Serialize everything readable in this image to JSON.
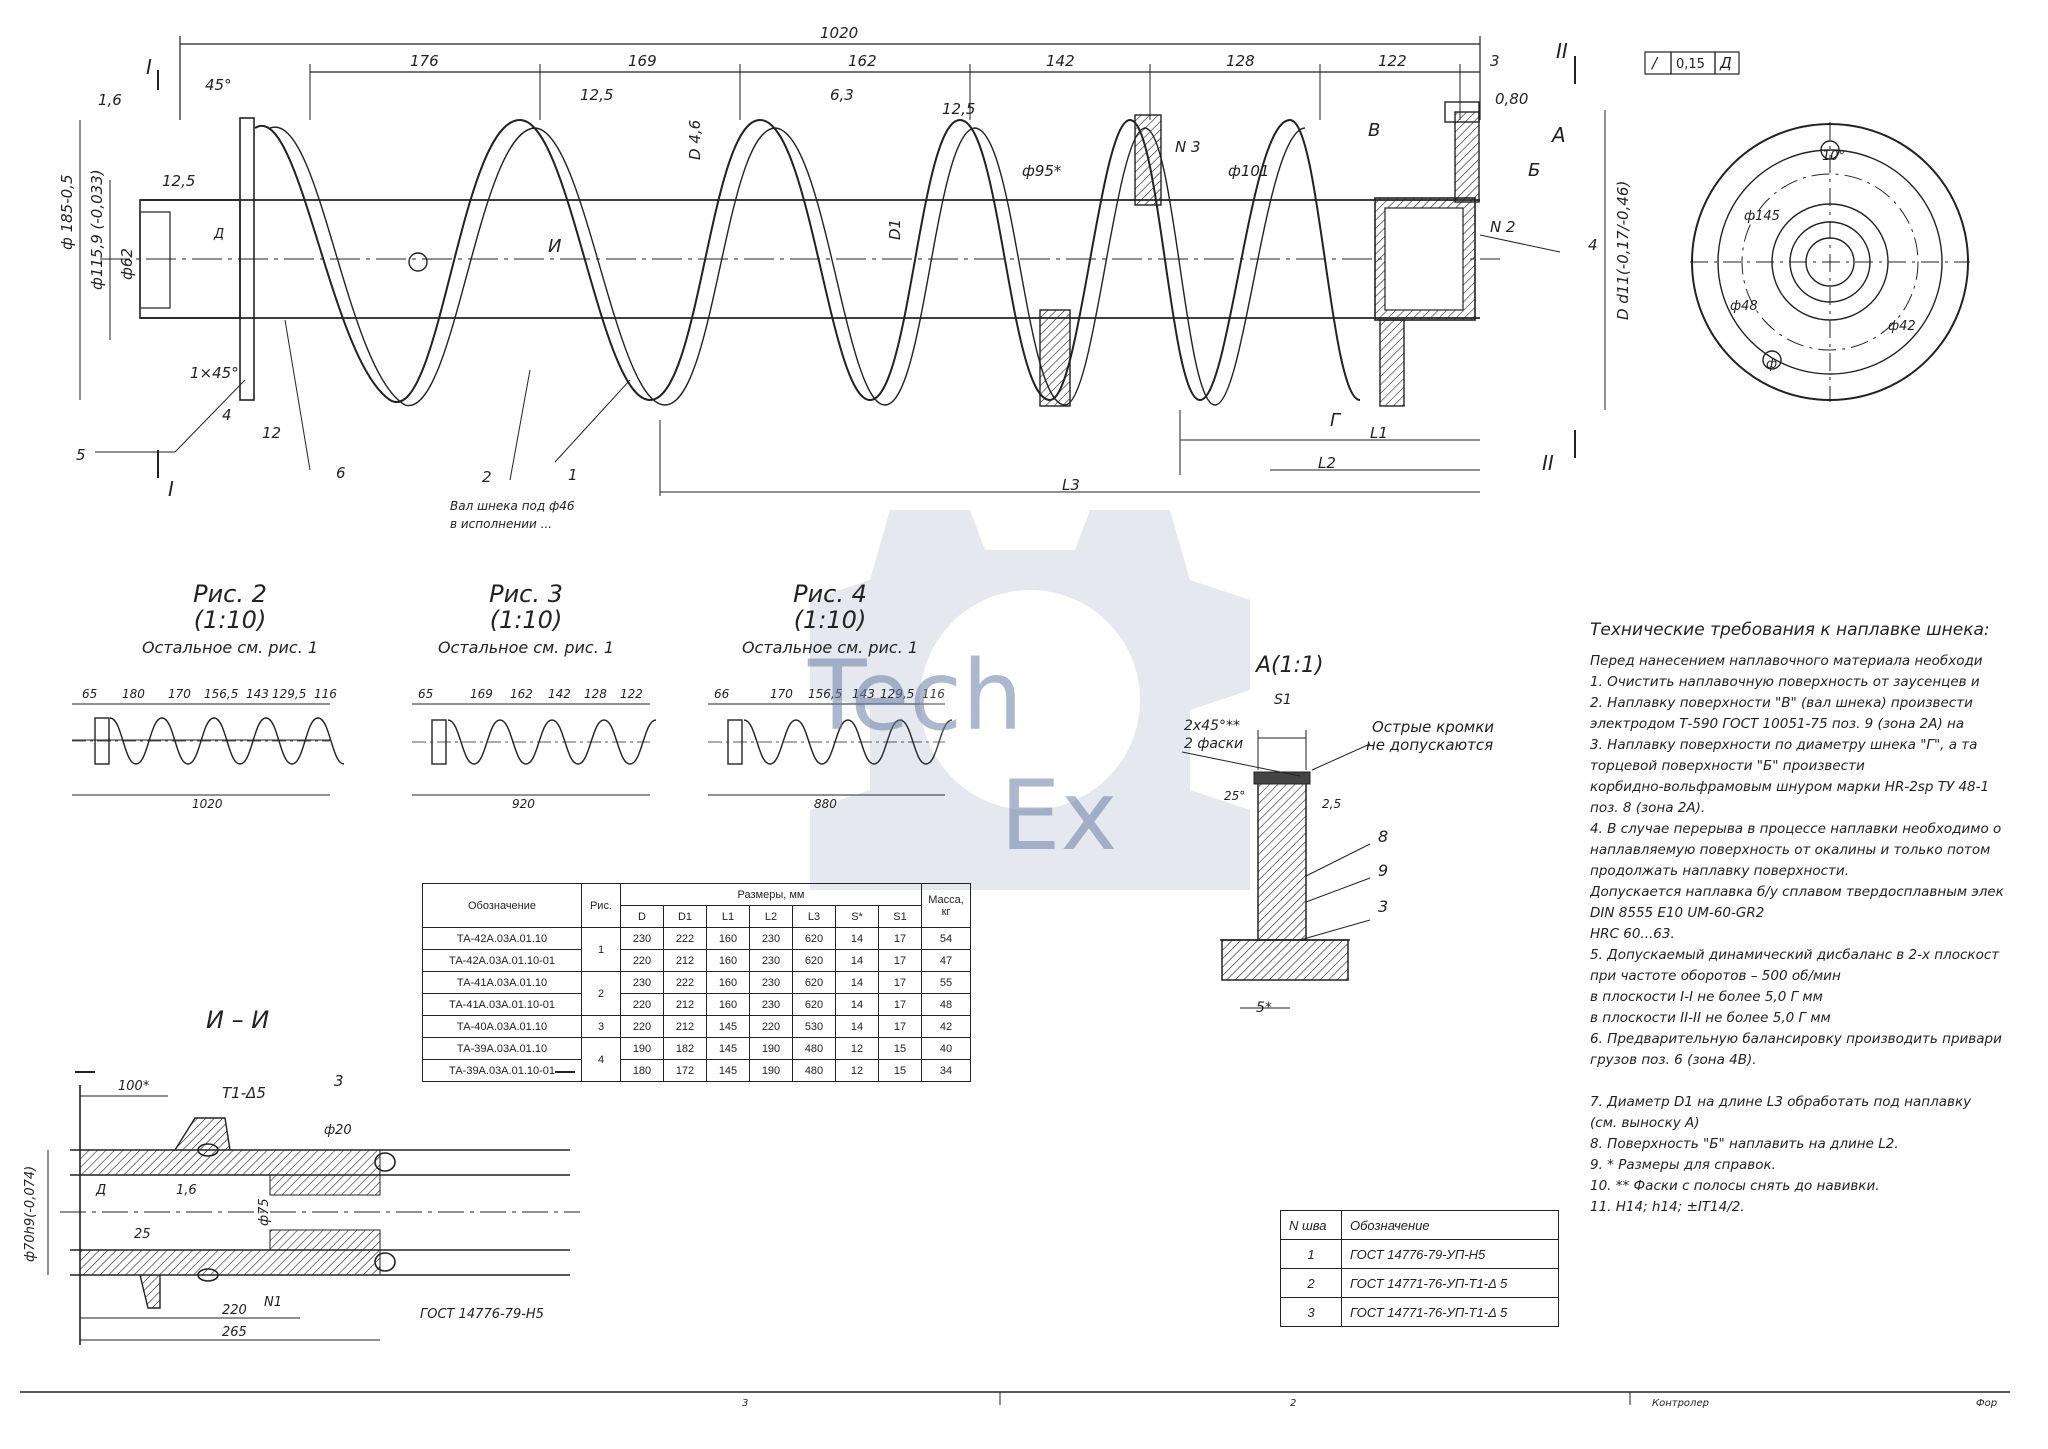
{
  "main_view": {
    "overall_length": "1020",
    "segment_dims": [
      "176",
      "169",
      "162",
      "142",
      "128",
      "122",
      "3"
    ],
    "roughness": [
      "12,5",
      "6,3",
      "12,5",
      "12,5",
      "1,6"
    ],
    "callouts": [
      "1",
      "2",
      "4",
      "5",
      "6"
    ],
    "letters": [
      "В",
      "А",
      "Б",
      "Г"
    ],
    "weld_labels": [
      "N 3",
      "N 2"
    ],
    "diameters": [
      "ф95*",
      "ф101"
    ],
    "vertical_dims": [
      "D 4,6",
      "D1",
      "D d11(-0,17/-0,46)"
    ],
    "left_dims": [
      "ф 185-0,5",
      "ф115,9 (-0,033)",
      "ф62"
    ],
    "section_marks": [
      "I",
      "I",
      "II",
      "II"
    ],
    "tolerance_box": [
      "/",
      "0,15",
      "Д"
    ],
    "misc": [
      "0,80",
      "45°",
      "1×45°",
      "4",
      "12",
      "L1",
      "L2",
      "L3",
      "И",
      "Д"
    ],
    "handwritten_note": [
      "Вал шнека под ф46",
      "в исполнении ..."
    ]
  },
  "end_view": {
    "labels": [
      "10°",
      "ф145",
      "ф48",
      "ф42",
      "ф"
    ]
  },
  "figures": [
    {
      "caption": "Рис. 2",
      "scale": "(1:10)",
      "note": "Остальное см. рис. 1",
      "dims": [
        "65",
        "180",
        "170",
        "156,5",
        "143",
        "129,5",
        "116"
      ],
      "length": "1020"
    },
    {
      "caption": "Рис. 3",
      "scale": "(1:10)",
      "note": "Остальное см. рис. 1",
      "dims": [
        "65",
        "169",
        "162",
        "142",
        "128",
        "122"
      ],
      "length": "920"
    },
    {
      "caption": "Рис. 4",
      "scale": "(1:10)",
      "note": "Остальное см. рис. 1",
      "dims": [
        "66",
        "170",
        "156,5",
        "143",
        "129,5",
        "116"
      ],
      "length": "880"
    }
  ],
  "detail_a": {
    "title": "А(1:1)",
    "labels": [
      "S1",
      "2х45°**",
      "2 фаски",
      "Острые кромки",
      "не допускаются",
      "8",
      "9",
      "3",
      "5*",
      "25°",
      "2,5"
    ]
  },
  "section_ii": {
    "title": "И – И",
    "labels": [
      "100*",
      "Т1-Δ5",
      "3",
      "ф20",
      "ф75",
      "ф70h9(-0,074)",
      "Д",
      "25",
      "220",
      "265",
      "N1",
      "ГОСТ 14776-79-Н5",
      "1,6"
    ]
  },
  "dims_table": {
    "header_main": "Размеры, мм",
    "header_designation": "Обозначение",
    "header_fig": "Рис.",
    "header_mass": "Масса, кг",
    "cols": [
      "D",
      "D1",
      "L1",
      "L2",
      "L3",
      "S*",
      "S1"
    ],
    "rows": [
      {
        "designation": "ТА-42А.03А.01.10",
        "values": [
          "230",
          "222",
          "160",
          "230",
          "620",
          "14",
          "17"
        ],
        "mass": "54"
      },
      {
        "designation": "ТА-42А.03А.01.10-01",
        "values": [
          "220",
          "212",
          "160",
          "230",
          "620",
          "14",
          "17"
        ],
        "mass": "47"
      },
      {
        "designation": "ТА-41А.03А.01.10",
        "values": [
          "230",
          "222",
          "160",
          "230",
          "620",
          "14",
          "17"
        ],
        "mass": "55"
      },
      {
        "designation": "ТА-41А.03А.01.10-01",
        "values": [
          "220",
          "212",
          "160",
          "230",
          "620",
          "14",
          "17"
        ],
        "mass": "48"
      },
      {
        "designation": "ТА-40А.03А.01.10",
        "values": [
          "220",
          "212",
          "145",
          "220",
          "530",
          "14",
          "17"
        ],
        "mass": "42"
      },
      {
        "designation": "ТА-39А.03А.01.10",
        "values": [
          "190",
          "182",
          "145",
          "190",
          "480",
          "12",
          "15"
        ],
        "mass": "40"
      },
      {
        "designation": "ТА-39А.03А.01.10-01",
        "values": [
          "180",
          "172",
          "145",
          "190",
          "480",
          "12",
          "15"
        ],
        "mass": "34"
      }
    ],
    "fig_groups": [
      {
        "label": "1",
        "span": 2
      },
      {
        "label": "2",
        "span": 2
      },
      {
        "label": "3",
        "span": 1
      },
      {
        "label": "4",
        "span": 2
      }
    ]
  },
  "requirements": {
    "title": "Технические требования к наплавке шнека:",
    "items": [
      "Перед нанесением наплавочного материала необходи",
      "1. Очистить наплавочную поверхность от заусенцев и",
      "2. Наплавку поверхности \"В\" (вал шнека) произвести",
      "электродом Т-590 ГОСТ 10051-75 поз. 9 (зона 2А) на",
      "3. Наплавку поверхности по диаметру шнека \"Г\", а та",
      "торцевой поверхности \"Б\" произвести",
      "корбидно-вольфрамовым шнуром марки НR-2sp ТУ 48-1",
      "поз. 8 (зона 2А).",
      "4. В случае перерыва в процессе наплавки необходимо о",
      "наплавляемую поверхность от окалины и только потом",
      "продолжать наплавку поверхности.",
      "Допускается наплавка б/у сплавом твердосплавным элек",
      "DIN 8555 Е10 UM-60-GR2",
      "HRC 60...63.",
      "5. Допускаемый динамический дисбаланс в 2-х плоскост",
      "при частоте оборотов – 500 об/мин",
      "в плоскости I-I не более 5,0 Г мм",
      "в плоскости II-II не более 5,0 Г мм",
      "6. Предварительную балансировку производить привари",
      "грузов поз. 6 (зона 4В).",
      "",
      "7. Диаметр D1 на длине L3 обработать под наплавку",
      "(см. выноску А)",
      "8. Поверхность \"Б\" наплавить на длине L2.",
      "9. * Размеры для справок.",
      "10. ** Фаски с полосы снять до навивки.",
      "11. Н14; h14; ±IT14/2."
    ]
  },
  "parts_table": {
    "header_num": "N шва",
    "header_designation": "Обозначение",
    "rows": [
      {
        "num": "1",
        "designation": "ГОСТ 14776-79-УП-Н5"
      },
      {
        "num": "2",
        "designation": "ГОСТ 14771-76-УП-Т1-Δ 5"
      },
      {
        "num": "3",
        "designation": "ГОСТ 14771-76-УП-Т1-Δ 5"
      }
    ]
  },
  "frame": {
    "bottom_marks": [
      "3",
      "2"
    ],
    "control_label": "Контролер",
    "format_label": "Фор"
  },
  "watermark": {
    "line1": "Tech",
    "line2": "Ex"
  },
  "colors": {
    "ink": "#222222",
    "watermark": "#6a7fa6"
  }
}
